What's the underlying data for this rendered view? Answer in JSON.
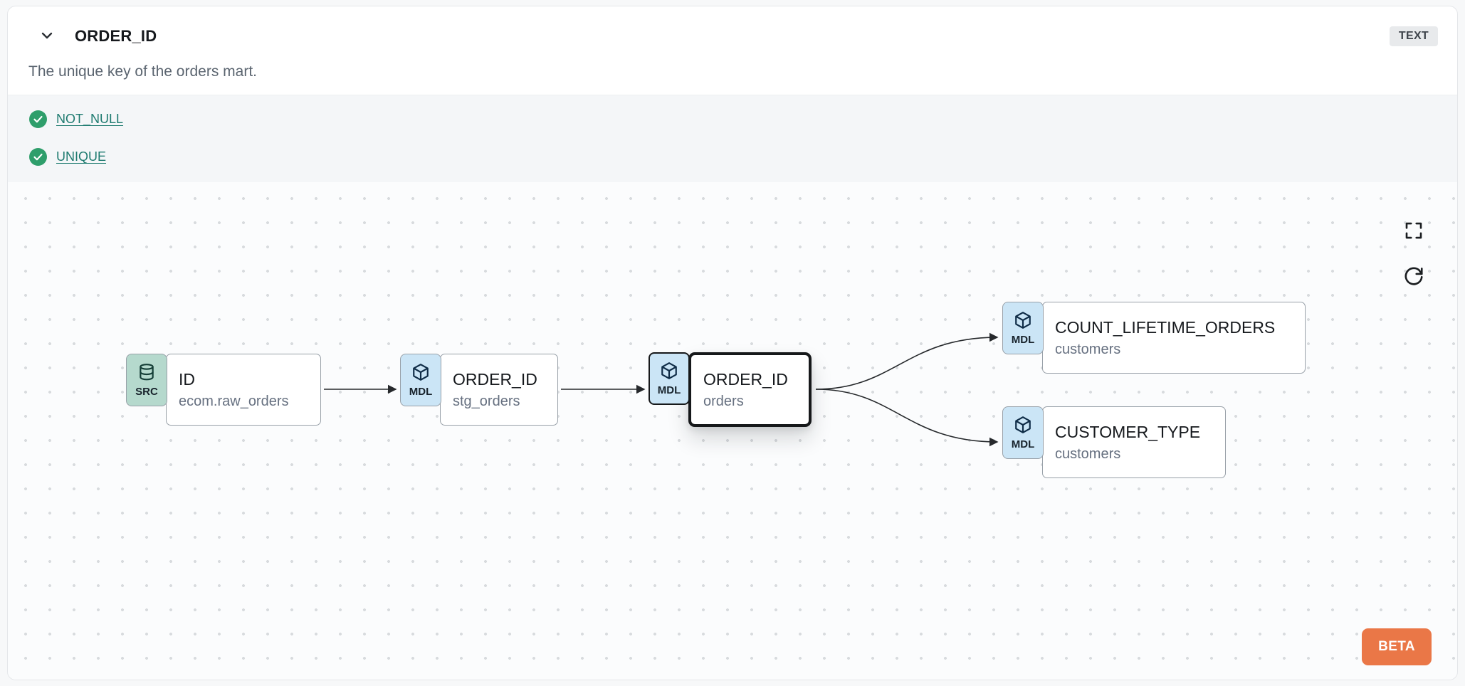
{
  "header": {
    "title": "ORDER_ID",
    "type_badge": "TEXT",
    "description": "The unique key of the orders mart."
  },
  "tests": {
    "items": [
      {
        "label": "NOT_NULL",
        "status": "pass"
      },
      {
        "label": "UNIQUE",
        "status": "pass"
      }
    ]
  },
  "lineage": {
    "nodes": [
      {
        "type": "SRC",
        "title": "ID",
        "subtitle": "ecom.raw_orders",
        "selected": false
      },
      {
        "type": "MDL",
        "title": "ORDER_ID",
        "subtitle": "stg_orders",
        "selected": false
      },
      {
        "type": "MDL",
        "title": "ORDER_ID",
        "subtitle": "orders",
        "selected": true
      },
      {
        "type": "MDL",
        "title": "COUNT_LIFETIME_ORDERS",
        "subtitle": "customers",
        "selected": false
      },
      {
        "type": "MDL",
        "title": "CUSTOMER_TYPE",
        "subtitle": "customers",
        "selected": false
      }
    ],
    "beta_label": "BETA"
  },
  "colors": {
    "link_teal": "#1d7a6f",
    "check_green": "#2e9e6b",
    "src_badge_bg": "#b5d9cd",
    "mdl_badge_bg": "#cbe5f6",
    "beta_orange": "#ea7747",
    "selected_border": "#16181a"
  }
}
